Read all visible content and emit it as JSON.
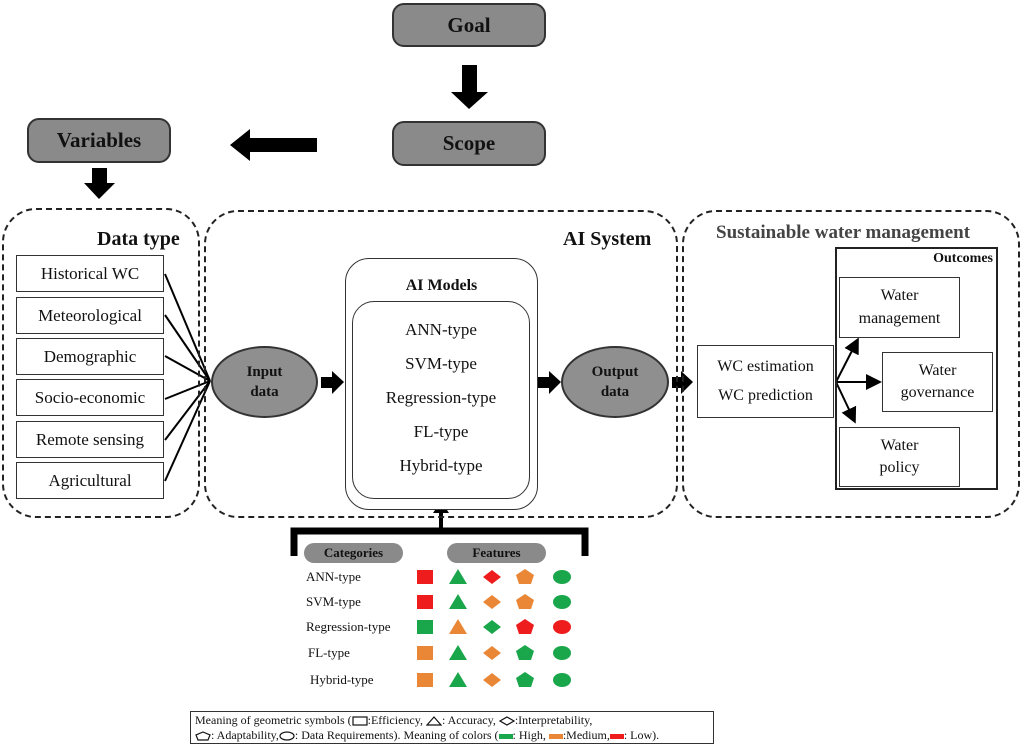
{
  "top_flow": {
    "goal": "Goal",
    "scope": "Scope",
    "variables": "Variables"
  },
  "data_type": {
    "title": "Data type",
    "items": [
      "Historical WC",
      "Meteorological",
      "Demographic",
      "Socio-economic",
      "Remote sensing",
      "Agricultural"
    ]
  },
  "ai_system": {
    "title": "AI System",
    "input_label_1": "Input",
    "input_label_2": "data",
    "models_title": "AI Models",
    "models": [
      "ANN-type",
      "SVM-type",
      "Regression-type",
      "FL-type",
      "Hybrid-type"
    ],
    "output_label_1": "Output",
    "output_label_2": "data"
  },
  "swm": {
    "title": "Sustainable water management",
    "results": [
      "WC estimation",
      "WC prediction"
    ],
    "outcomes_title": "Outcomes",
    "outcomes": [
      {
        "line1": "Water",
        "line2": "management"
      },
      {
        "line1": "Water",
        "line2": "governance"
      },
      {
        "line1": "Water",
        "line2": "policy"
      }
    ]
  },
  "feature_table": {
    "categories_header": "Categories",
    "features_header": "Features",
    "feature_order": [
      "Efficiency",
      "Accuracy",
      "Interpretability",
      "Adaptability",
      "Data Requirements"
    ],
    "rows": [
      {
        "category": "ANN-type",
        "ratings": [
          "Low",
          "High",
          "Low",
          "Medium",
          "High"
        ]
      },
      {
        "category": "SVM-type",
        "ratings": [
          "Low",
          "High",
          "Medium",
          "Medium",
          "High"
        ]
      },
      {
        "category": "Regression-type",
        "ratings": [
          "High",
          "Medium",
          "High",
          "Low",
          "Low"
        ]
      },
      {
        "category": "FL-type",
        "ratings": [
          "Medium",
          "High",
          "Medium",
          "High",
          "High"
        ]
      },
      {
        "category": "Hybrid-type",
        "ratings": [
          "Medium",
          "High",
          "Medium",
          "High",
          "High"
        ]
      }
    ]
  },
  "legend": {
    "prefix": "Meaning of geometric symbols (",
    "efficiency": ":Efficiency, ",
    "accuracy": ": Accuracy, ",
    "interpretability": ":Interpretability,",
    "adaptability": ": Adaptability,",
    "data_req": ": Data Requirements). Meaning of colors (",
    "high": ": High, ",
    "medium": ":Medium,",
    "low": ": Low)."
  },
  "colors": {
    "High": "#1aa64a",
    "Medium": "#ea8736",
    "Low": "#ee1c1c",
    "box_gray": "#8a8a8a"
  }
}
